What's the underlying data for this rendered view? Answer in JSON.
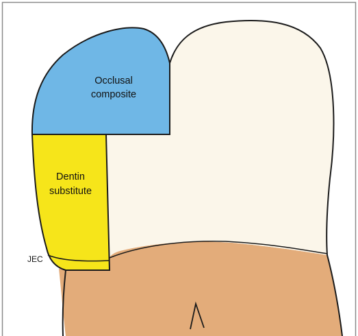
{
  "labels": {
    "occlusal_line1": "Occlusal",
    "occlusal_line2": "composite",
    "dentin_line1": "Dentin",
    "dentin_line2": "substitute",
    "jec": "JEC"
  },
  "colors": {
    "occlusal_composite": "#6fb7e6",
    "dentin_substitute": "#f6e51a",
    "tooth_crown": "#fbf6ea",
    "root": "#e3ac7a",
    "outline": "#1a1a1a",
    "frame_border": "#8a8a8a"
  }
}
